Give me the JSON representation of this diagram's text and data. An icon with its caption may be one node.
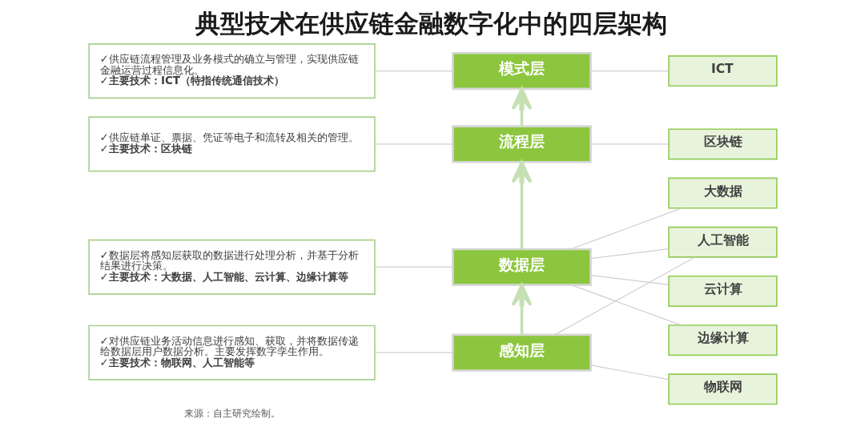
{
  "diagram": {
    "title": "典型技术在供应链金融数字化中的四层架构",
    "nodes": [
      {
        "text": [
          "✓供应链流程管理及业务模式的确立与管理，实现供应链金融运营过程信息化。",
          "✓主要技术：ICT（特指传统通信技术）"
        ]
      },
      {
        "text": [
          "✓供应链单证、票据、凭证等电子和流转及相关的管理。",
          "✓主要技术：区块链"
        ]
      },
      {
        "text": [
          "✓数据层将感知层获取的数据进行处理分析，并基于分析结果进行决策。",
          "✓主要技术：大数据、人工智能、云计算、边缘计算等"
        ]
      },
      {
        "text": [
          "✓对供应链业务活动信息进行感知、获取，并将数据传递给数据层用户数据分析。主要发挥数字孪生作用。",
          "✓主要技术：物联网、人工智能等"
        ]
      },
      {
        "text": [
          "模式层"
        ]
      },
      {
        "text": [
          "流程层"
        ]
      },
      {
        "text": [
          "数据层"
        ]
      },
      {
        "text": [
          "感知层"
        ]
      },
      {
        "text": [
          "ICT"
        ]
      },
      {
        "text": [
          "区块链"
        ]
      },
      {
        "text": [
          "大数据"
        ]
      },
      {
        "text": [
          "人工智能"
        ]
      },
      {
        "text": [
          "云计算"
        ]
      },
      {
        "text": [
          "边缘计算"
        ]
      },
      {
        "text": [
          "物联网"
        ]
      }
    ],
    "edges": [
      {
        "from": 0,
        "to": 4,
        "arrow": "none"
      },
      {
        "from": 1,
        "to": 5,
        "arrow": "none"
      },
      {
        "from": 2,
        "to": 6,
        "arrow": "none"
      },
      {
        "from": 3,
        "to": 7,
        "arrow": "none"
      },
      {
        "from": 5,
        "to": 4,
        "arrow": "to",
        "style": "thick",
        "color": "#c5e0b4"
      },
      {
        "from": 6,
        "to": 5,
        "arrow": "to",
        "style": "thick",
        "color": "#c5e0b4"
      },
      {
        "from": 7,
        "to": 6,
        "arrow": "to",
        "style": "thick",
        "color": "#c5e0b4"
      },
      {
        "from": 4,
        "to": 8,
        "arrow": "none"
      },
      {
        "from": 5,
        "to": 9,
        "arrow": "none"
      },
      {
        "from": 6,
        "to": 10,
        "arrow": "none"
      },
      {
        "from": 6,
        "to": 11,
        "arrow": "none"
      },
      {
        "from": 6,
        "to": 12,
        "arrow": "none"
      },
      {
        "from": 6,
        "to": 13,
        "arrow": "none"
      },
      {
        "from": 7,
        "to": 11,
        "arrow": "none"
      },
      {
        "from": 7,
        "to": 14,
        "arrow": "none"
      }
    ],
    "labels": [
      "来源：自主研究绘制。"
    ]
  }
}
